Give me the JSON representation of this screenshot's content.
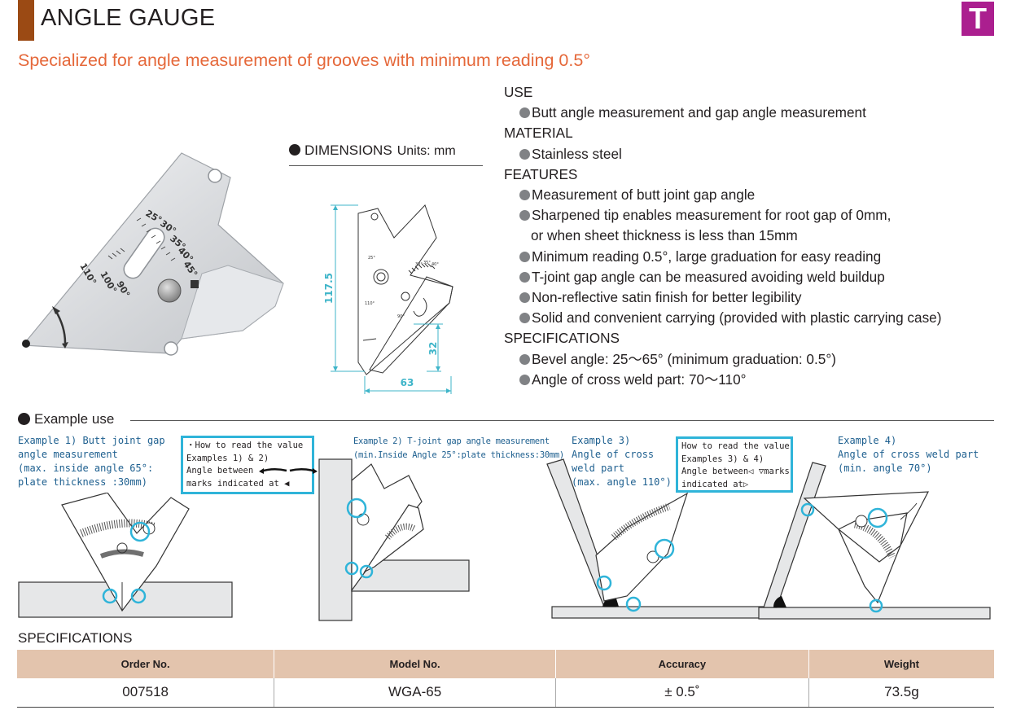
{
  "header": {
    "title": "ANGLE GAUGE",
    "badge": "T",
    "subtitle": "Specialized for angle measurement of grooves with minimum reading 0.5°"
  },
  "dimensions": {
    "label": "DIMENSIONS",
    "units": "Units: mm",
    "height": "117.5",
    "tip_height": "32",
    "width": "63"
  },
  "photo_scale": [
    "25°",
    "30°",
    "35°",
    "40°",
    "45°",
    "110°",
    "100°",
    "90°"
  ],
  "specs_text": {
    "use_heading": "USE",
    "use_items": [
      "Butt angle measurement and gap angle measurement"
    ],
    "material_heading": "MATERIAL",
    "material_items": [
      "Stainless steel"
    ],
    "features_heading": "FEATURES",
    "features": {
      "f1": "Measurement of butt joint gap angle",
      "f2": "Sharpened tip enables measurement for root gap of 0mm,",
      "f2b": "or when sheet thickness is less than 15mm",
      "f3": "Minimum reading 0.5°, large graduation for easy reading",
      "f4": "T-joint gap angle can be measured avoiding weld buildup",
      "f5": "Non-reflective satin finish for better legibility",
      "f6": "Solid and convenient carrying (provided with plastic carrying case)"
    },
    "specifications_heading": "SPECIFICATIONS",
    "specifications": {
      "s1": "Bevel angle: 25～65° (minimum graduation: 0.5°)",
      "s2": "Angle of cross weld part: 70～110°"
    }
  },
  "example_use": {
    "heading": "Example use",
    "ex1": [
      "Example 1) Butt joint gap",
      "angle measurement",
      "(max. inside angle 65°:",
      "plate thickness :30mm)"
    ],
    "callout1": [
      "・How to read the value",
      "Examples 1) & 2)",
      "Angle between",
      "marks indicated at"
    ],
    "ex2": [
      "Example 2) T-joint gap angle measurement",
      "(min.Inside Angle 25°:plate thickness:30mm)"
    ],
    "ex3": [
      "Example 3)",
      "Angle of cross",
      "weld part",
      "(max. angle 110°)"
    ],
    "callout2": [
      "How to read the value",
      "Examples 3) & 4)",
      "Angle between",
      "marks",
      "indicated at"
    ],
    "ex4": [
      "Example 4)",
      "Angle of cross weld part",
      "(min. angle 70°)"
    ]
  },
  "table": {
    "title": "SPECIFICATIONS",
    "headers": [
      "Order No.",
      "Model No.",
      "Accuracy",
      "Weight"
    ],
    "row": [
      "007518",
      "WGA-65",
      "± 0.5˚",
      "73.5g"
    ]
  },
  "colors": {
    "accent_bar": "#9b4a14",
    "subtitle": "#e5683a",
    "badge": "#ab1f8f",
    "dimension_lines": "#3fb5c9",
    "callout_border": "#2fb4d9",
    "table_header": "#e3c4ad"
  }
}
